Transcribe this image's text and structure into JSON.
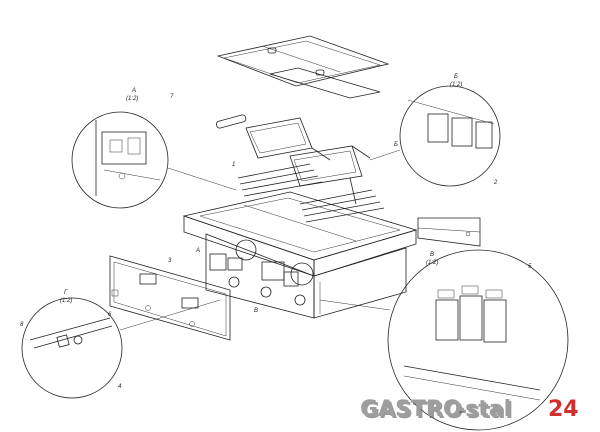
{
  "diagram": {
    "callout_views": [
      {
        "id": "view-a",
        "letter": "А",
        "scale": "(1:2)"
      },
      {
        "id": "view-b",
        "letter": "Б",
        "scale": "(1:2)"
      },
      {
        "id": "view-v",
        "letter": "В",
        "scale": "(1:2)"
      },
      {
        "id": "view-g",
        "letter": "Г",
        "scale": "(1:2)"
      }
    ],
    "part_numbers": {
      "p1": "1",
      "p2": "2",
      "p3": "3",
      "p4": "4",
      "p5": "5",
      "p6": "6",
      "p7": "7",
      "p8": "8",
      "pA": "А",
      "pB": "Б",
      "pV": "В",
      "pG": "Г"
    }
  },
  "watermark": {
    "brand_left": "GASTRO",
    "brand_right": "-stal",
    "brand_number": "24",
    "colors": {
      "grey": "#9e9e9e",
      "red": "#d32f2f",
      "shadow": "#5a5a5a"
    }
  }
}
